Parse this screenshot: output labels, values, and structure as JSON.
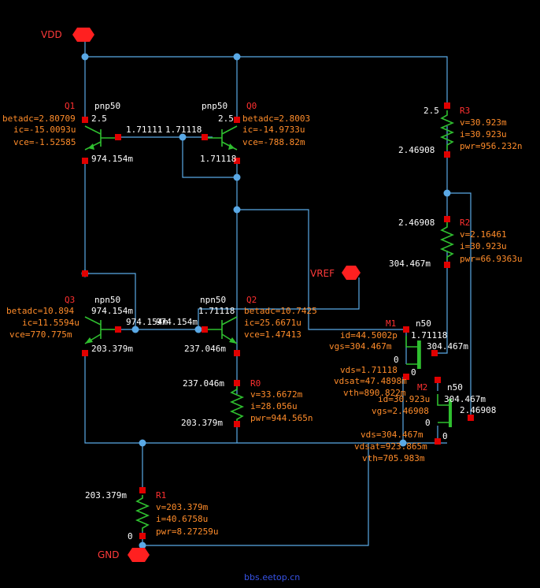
{
  "nets": {
    "vdd": "VDD",
    "gnd": "GND",
    "vref": "VREF"
  },
  "watermark": "bbs.eetop.cn",
  "q1": {
    "name": "Q1",
    "model": "pnp50",
    "betadc": "betadc=2.80709",
    "ic": "ic=-15.0093u",
    "vce": "vce=-1.52585",
    "v_e": "2.5",
    "v_b": "1.71111",
    "v_c": "974.154m"
  },
  "q0": {
    "name": "Q0",
    "model": "pnp50",
    "betadc": "betadc=2.8003",
    "ic": "ic=-14.9733u",
    "vce": "vce=-788.82m",
    "v_e": "2.5",
    "v_b": "1.71118",
    "v_c": "1.71118"
  },
  "q3": {
    "name": "Q3",
    "model": "npn50",
    "betadc": "betadc=10.894",
    "ic": "ic=11.5594u",
    "vce": "vce=770.775m",
    "v_c": "974.154m",
    "v_b": "974.154m",
    "v_e": "203.379m"
  },
  "q2": {
    "name": "Q2",
    "model": "npn50",
    "betadc": "betadc=10.7425",
    "ic": "ic=25.6671u",
    "vce": "vce=1.47413",
    "v_c": "1.71118",
    "v_b": "974.154m",
    "v_e": "237.046m"
  },
  "r0": {
    "name": "R0",
    "v": "v=33.6672m",
    "i": "i=28.056u",
    "pwr": "pwr=944.565n",
    "v_top": "237.046m",
    "v_bot": "203.379m"
  },
  "r1": {
    "name": "R1",
    "v": "v=203.379m",
    "i": "i=40.6758u",
    "pwr": "pwr=8.27259u",
    "v_top": "203.379m",
    "v_bot": "0"
  },
  "r2": {
    "name": "R2",
    "v": "v=2.16461",
    "i": "i=30.923u",
    "pwr": "pwr=66.9363u",
    "v_top": "2.46908",
    "v_bot": "304.467m"
  },
  "r3": {
    "name": "R3",
    "v": "v=30.923m",
    "i": "i=30.923u",
    "pwr": "pwr=956.232n",
    "v_top": "2.5",
    "v_bot": "2.46908"
  },
  "m1": {
    "name": "M1",
    "model": "n50",
    "id": "id=44.5002p",
    "vgs": "vgs=304.467m",
    "vds": "vds=1.71118",
    "vdsat": "vdsat=47.4898m",
    "vth": "vth=890.822m",
    "v_d": "1.71118",
    "v_g": "304.467m",
    "v_s": "0",
    "v_b": "0"
  },
  "m2": {
    "name": "M2",
    "model": "n50",
    "id": "id=30.923u",
    "vgs": "vgs=2.46908",
    "vds": "vds=304.467m",
    "vdsat": "vdsat=923.865m",
    "vth": "vth=705.983m",
    "v_d": "304.467m",
    "v_g": "2.46908",
    "v_s": "0",
    "v_b": "0"
  },
  "colors": {
    "wire": "#5aa9e6",
    "component": "#2fbf2f",
    "pin": "#e00000",
    "annotation": "#ff8c2a",
    "net": "#ff2020"
  }
}
